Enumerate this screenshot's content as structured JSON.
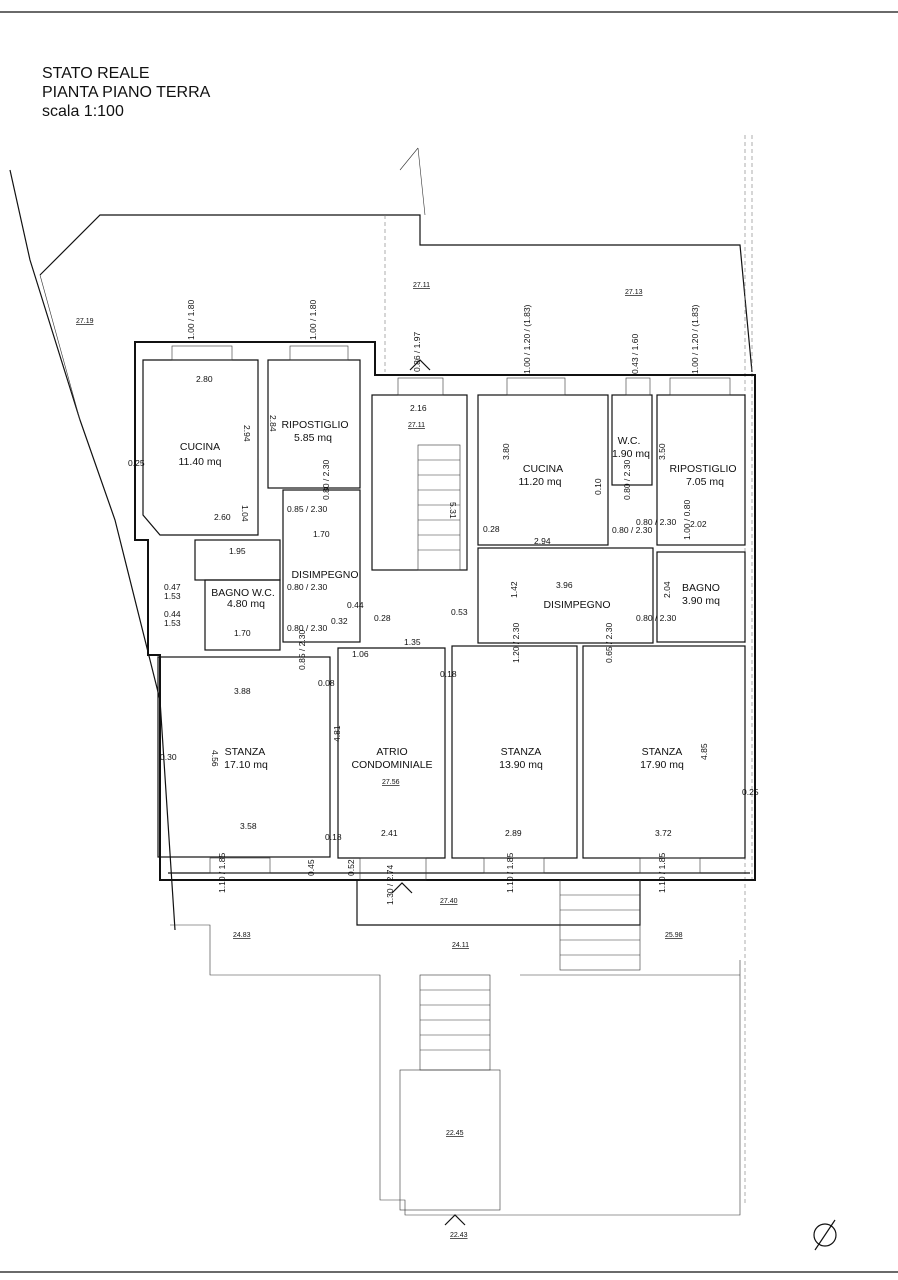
{
  "header": {
    "line1": "STATO REALE",
    "line2": "PIANTA PIANO TERRA",
    "line3": "scala 1:100"
  },
  "rooms": {
    "cucina_left": {
      "name": "CUCINA",
      "area": "11.40 mq"
    },
    "ripostiglio_left": {
      "name": "RIPOSTIGLIO",
      "area": "5.85 mq"
    },
    "bagno_wc": {
      "name": "BAGNO W.C.",
      "area": "4.80 mq"
    },
    "disimpegno_left": {
      "name": "DISIMPEGNO"
    },
    "stanza_left": {
      "name": "STANZA",
      "area": "17.10 mq"
    },
    "atrio": {
      "name1": "ATRIO",
      "name2": "CONDOMINIALE"
    },
    "cucina_right": {
      "name": "CUCINA",
      "area": "11.20 mq"
    },
    "wc_right": {
      "name": "W.C.",
      "area": "1.90 mq"
    },
    "ripostiglio_right": {
      "name": "RIPOSTIGLIO",
      "area": "7.05 mq"
    },
    "disimpegno_right": {
      "name": "DISIMPEGNO"
    },
    "bagno_right": {
      "name": "BAGNO",
      "area": "3.90 mq"
    },
    "stanza_mid": {
      "name": "STANZA",
      "area": "13.90 mq"
    },
    "stanza_right": {
      "name": "STANZA",
      "area": "17.90 mq"
    }
  },
  "dimensions": {
    "d280": "2.80",
    "d294": "2.94",
    "d260": "2.60",
    "d025a": "0.25",
    "d104": "1.04",
    "d284": "2.84",
    "d170a": "1.70",
    "d195": "1.95",
    "d170b": "1.70",
    "d047": "0.47",
    "d153a": "1.53",
    "d044a": "0.44",
    "d153b": "1.53",
    "d388": "3.88",
    "d456": "4.56",
    "d030": "0.30",
    "d358": "3.58",
    "d216": "2.16",
    "d531": "5.31",
    "d044b": "0.44",
    "d032": "0.32",
    "d028a": "0.28",
    "d053": "0.53",
    "d135": "1.35",
    "d106": "1.06",
    "d018a": "0.18",
    "d008": "0.08",
    "d481": "4.81",
    "d018b": "0.18",
    "d241": "2.41",
    "d045": "0.45",
    "d052": "0.52",
    "d380": "3.80",
    "d010": "0.10",
    "d028b": "0.28",
    "d294b": "2.94",
    "d350": "3.50",
    "d202": "2.02",
    "d396": "3.96",
    "d142": "1.42",
    "d204": "2.04",
    "d289": "2.89",
    "d372": "3.72",
    "d485": "4.85",
    "d025b": "0.25",
    "w100_180": "1.00 / 1.80",
    "w100_180b": "1.00 / 1.80",
    "w086_197": "0.86 / 1.97",
    "w100_120": "1.00 / 1.20 / (1.83)",
    "w043_160": "0.43 / 1.60",
    "w100_120b": "1.00 / 1.20 / (1.83)",
    "p080_230": "0.80 / 2.30",
    "p085_230": "0.85 / 2.30",
    "p100_080": "1.00 / 0.80",
    "p120_230": "1.20 / 2.30",
    "p065_230": "0.65 / 2.30",
    "b110_185": "1.10 / 1.85",
    "b130_274": "1.30 / 2.74"
  },
  "levels": {
    "l2719": "27.19",
    "l2711a": "27.11",
    "l2713": "27.13",
    "l2711b": "27.11",
    "l2756": "27.56",
    "l2740": "27.40",
    "l2483": "24.83",
    "l2411": "24.11",
    "l2598": "25.98",
    "l2245": "22.45",
    "l2243": "22.43"
  }
}
